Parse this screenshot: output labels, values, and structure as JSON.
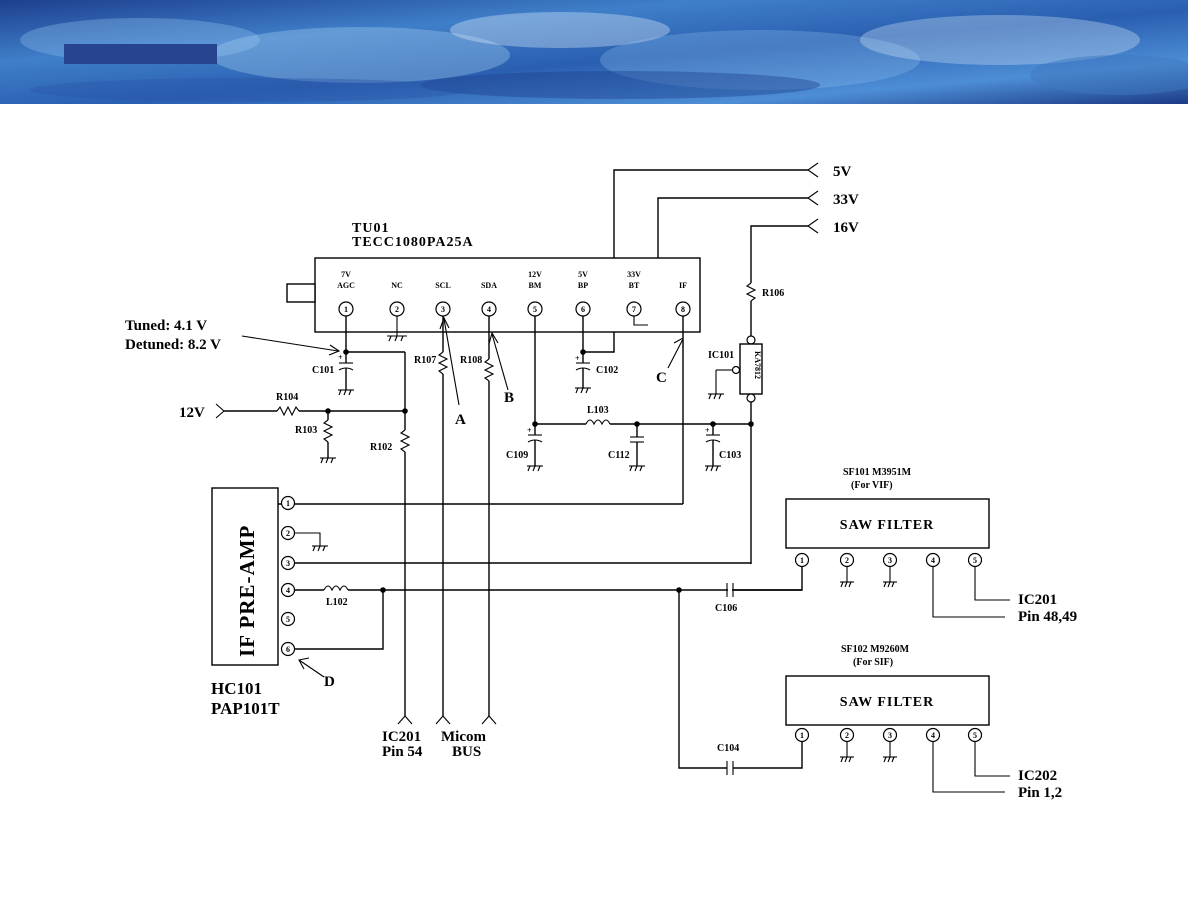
{
  "tuner": {
    "ref": "TU01",
    "part": "TECC1080PA25A",
    "pins": [
      {
        "num": "1",
        "label1": "7V",
        "label2": "AGC"
      },
      {
        "num": "2",
        "label1": "",
        "label2": "NC"
      },
      {
        "num": "3",
        "label1": "",
        "label2": "SCL"
      },
      {
        "num": "4",
        "label1": "",
        "label2": "SDA"
      },
      {
        "num": "5",
        "label1": "12V",
        "label2": "BM"
      },
      {
        "num": "6",
        "label1": "5V",
        "label2": "BP"
      },
      {
        "num": "7",
        "label1": "33V",
        "label2": "BT"
      },
      {
        "num": "8",
        "label1": "",
        "label2": "IF"
      }
    ]
  },
  "supplies": {
    "v5": "5V",
    "v33": "33V",
    "v16": "16V",
    "v12": "12V"
  },
  "notes": {
    "tuned": "Tuned: 4.1 V",
    "detuned": "Detuned: 8.2 V"
  },
  "test_points": {
    "a": "A",
    "b": "B",
    "c": "C",
    "d": "D"
  },
  "components": {
    "c101": "C101",
    "c102": "C102",
    "c103": "C103",
    "c104": "C104",
    "c106": "C106",
    "c109": "C109",
    "c112": "C112",
    "r102": "R102",
    "r103": "R103",
    "r104": "R104",
    "r106": "R106",
    "r107": "R107",
    "r108": "R108",
    "l102": "L102",
    "l103": "L103",
    "ic101": "IC101",
    "ic101_part": "KA7812"
  },
  "preamp": {
    "title": "IF PRE-AMP",
    "ref": "HC101",
    "part": "PAP101T",
    "pins": [
      "1",
      "2",
      "3",
      "4",
      "5",
      "6"
    ]
  },
  "saw1": {
    "ref": "SF101 M3951M",
    "note": "(For VIF)",
    "title": "SAW FILTER",
    "pins": [
      "1",
      "2",
      "3",
      "4",
      "5"
    ],
    "dest1": "IC201",
    "dest2": "Pin 48,49"
  },
  "saw2": {
    "ref": "SF102 M9260M",
    "note": "(For SIF)",
    "title": "SAW FILTER",
    "pins": [
      "1",
      "2",
      "3",
      "4",
      "5"
    ],
    "dest1": "IC202",
    "dest2": "Pin 1,2"
  },
  "bottom": {
    "ic201": "IC201",
    "pin54": "Pin 54",
    "micom": "Micom",
    "bus": "BUS"
  }
}
